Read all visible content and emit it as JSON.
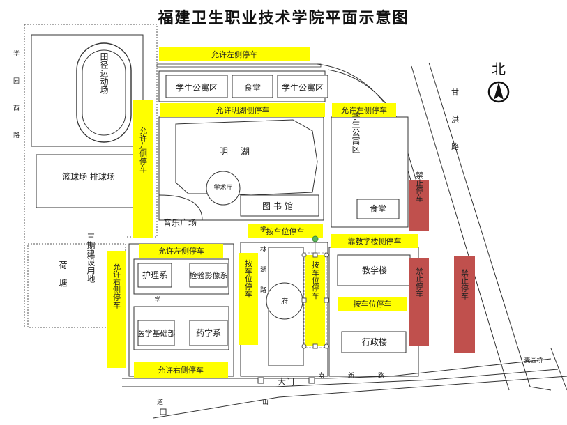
{
  "title": "福建卫生职业技术学院平面示意图",
  "north_label": "北",
  "colors": {
    "parking_allowed": "#ffff00",
    "parking_banned": "#c0504d",
    "outline": "#333333",
    "handle": "#5cb85c"
  },
  "parking_zones": {
    "left_top": "允许左侧停车",
    "minghu": "允许明湖侧停车",
    "left_mid": "允许左侧停车",
    "left_vertical": "允许左侧停车",
    "left_lower": "允许左侧停车",
    "right_vertical_lower": "允许右侧停车",
    "right_bottom": "允许右侧停车",
    "slot_center": "按车位停车",
    "slot_left": "按车位停车",
    "slot_mid": "按车位停车",
    "slot_right": "按车位停车",
    "teaching": "靠教学楼侧停车"
  },
  "banned_zones": {
    "one": "禁止停车",
    "two": "禁止停车",
    "three": "禁止停车"
  },
  "buildings": {
    "dorm1": "学生公寓区",
    "canteen1": "食堂",
    "dorm2": "学生公寓区",
    "dorm3": "学生公寓区",
    "canteen2": "食堂",
    "track": "田径运动场",
    "courts": "篮球场 排球场",
    "courts_line2": "排球场",
    "lake": "明湖",
    "hall": "学术厅",
    "library": "图书馆",
    "music": "音乐广场",
    "nursing": "护理系",
    "imaging": "检验影像系",
    "medbase": "医学基础部",
    "pharmacy": "药学系",
    "teaching_bldg": "教学楼",
    "admin_bldg": "行政楼",
    "fountain": "府",
    "pond": "荷塘",
    "phase3": "三期建设用地",
    "gate": "大门",
    "bridge": "麦园桥"
  },
  "roads": {
    "west": "学园西路",
    "ganhong": "甘洪路",
    "south": "南新路",
    "shanroad": "山道",
    "mid_road": "学林湖路",
    "xue": "学"
  }
}
